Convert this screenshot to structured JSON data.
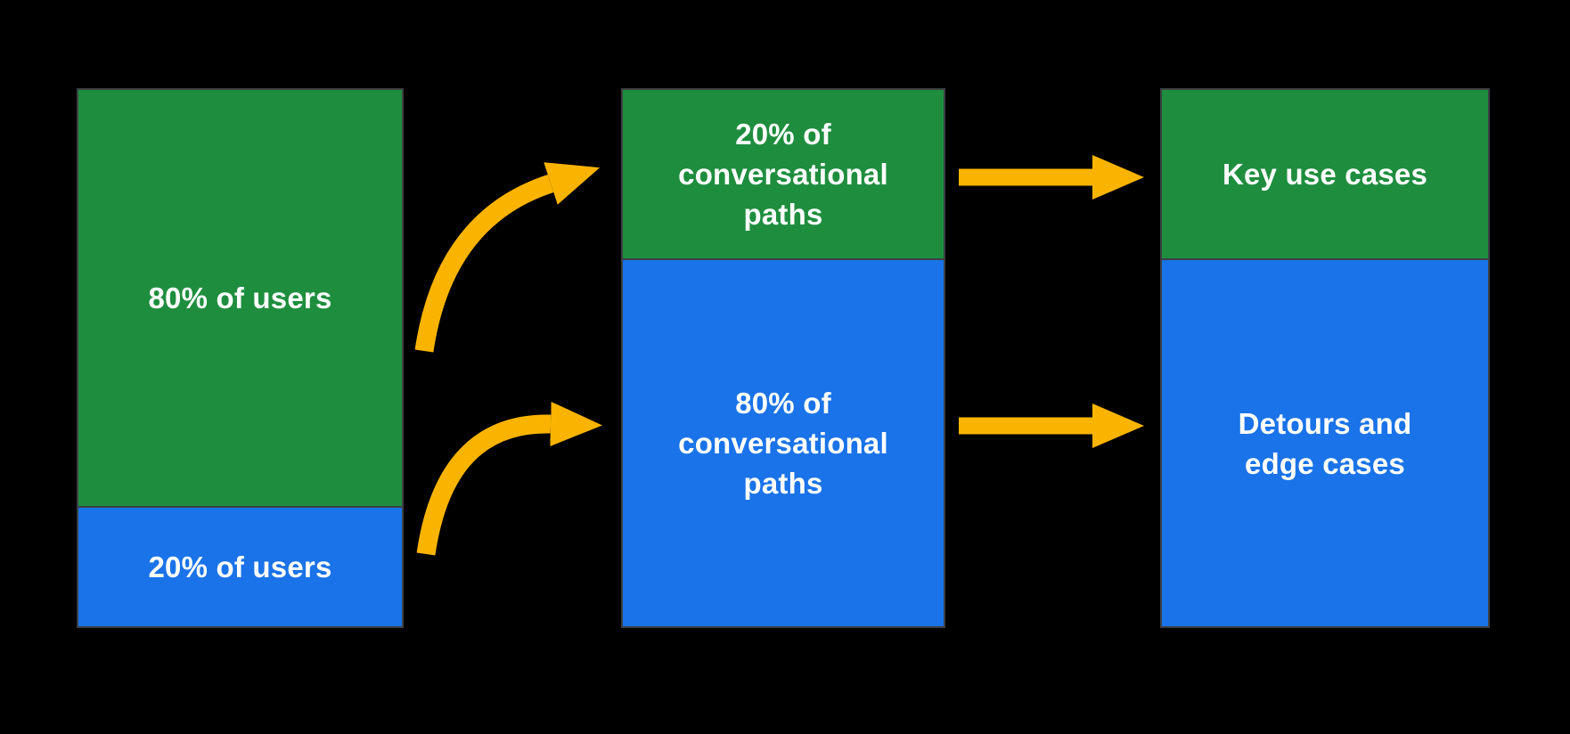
{
  "colors": {
    "background": "#000000",
    "bar_border": "#3C4043",
    "green_segment": "#1E8E3E",
    "blue_segment": "#1A73E8",
    "arrow": "#FAB400",
    "label_text": "#FFFFFF"
  },
  "bars": [
    {
      "name": "users",
      "segments": [
        {
          "label": "80% of users",
          "color": "green",
          "share": "80%"
        },
        {
          "label": "20% of users",
          "color": "blue",
          "share": "20%"
        }
      ]
    },
    {
      "name": "conversational-paths",
      "segments": [
        {
          "label": "20% of conversational paths",
          "color": "green",
          "share": "20%"
        },
        {
          "label": "80% of conversational paths",
          "color": "blue",
          "share": "80%"
        }
      ]
    },
    {
      "name": "outcomes",
      "segments": [
        {
          "label": "Key use cases",
          "color": "green"
        },
        {
          "label": "Detours and edge cases",
          "color": "blue"
        }
      ]
    }
  ],
  "arrows": [
    {
      "name": "curved-arrow-top",
      "from": "80% of users",
      "to": "20% of conversational paths"
    },
    {
      "name": "curved-arrow-bottom",
      "from": "20% of users",
      "to": "80% of conversational paths"
    },
    {
      "name": "straight-arrow-top",
      "from": "20% of conversational paths",
      "to": "Key use cases"
    },
    {
      "name": "straight-arrow-bottom",
      "from": "80% of conversational paths",
      "to": "Detours and edge cases"
    }
  ]
}
